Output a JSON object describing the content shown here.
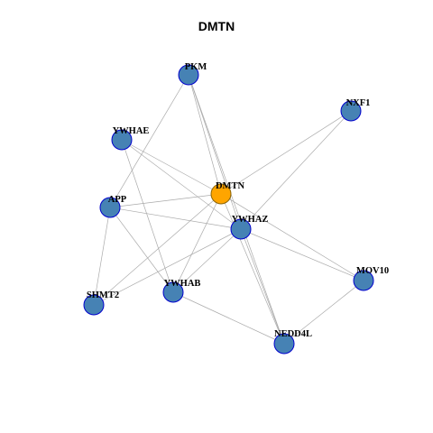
{
  "title": "DMTN",
  "colors": {
    "node_fill": "#4682b4",
    "node_stroke": "#0000cd",
    "center_fill": "#ffa500",
    "center_stroke": "#8b6508",
    "edge": "#aaaaaa",
    "background": "#ffffff"
  },
  "nodes": [
    {
      "id": "PKM",
      "label": "PKM",
      "center": false
    },
    {
      "id": "NXF1",
      "label": "NXF1",
      "center": false
    },
    {
      "id": "YWHAE",
      "label": "YWHAE",
      "center": false
    },
    {
      "id": "DMTN",
      "label": "DMTN",
      "center": true
    },
    {
      "id": "APP",
      "label": "APP",
      "center": false
    },
    {
      "id": "YWHAZ",
      "label": "YWHAZ",
      "center": false
    },
    {
      "id": "MOV10",
      "label": "MOV10",
      "center": false
    },
    {
      "id": "SHMT2",
      "label": "SHMT2",
      "center": false
    },
    {
      "id": "YWHAB",
      "label": "YWHAB",
      "center": false
    },
    {
      "id": "NEDD4L",
      "label": "NEDD4L",
      "center": false
    }
  ],
  "edges": [
    [
      "PKM",
      "APP"
    ],
    [
      "PKM",
      "YWHAZ"
    ],
    [
      "PKM",
      "NEDD4L"
    ],
    [
      "PKM",
      "DMTN"
    ],
    [
      "NXF1",
      "DMTN"
    ],
    [
      "NXF1",
      "YWHAZ"
    ],
    [
      "YWHAE",
      "DMTN"
    ],
    [
      "YWHAE",
      "YWHAZ"
    ],
    [
      "YWHAE",
      "YWHAB"
    ],
    [
      "DMTN",
      "APP"
    ],
    [
      "DMTN",
      "NEDD4L"
    ],
    [
      "DMTN",
      "YWHAB"
    ],
    [
      "DMTN",
      "SHMT2"
    ],
    [
      "DMTN",
      "MOV10"
    ],
    [
      "APP",
      "YWHAZ"
    ],
    [
      "APP",
      "SHMT2"
    ],
    [
      "APP",
      "YWHAB"
    ],
    [
      "YWHAZ",
      "MOV10"
    ],
    [
      "YWHAZ",
      "SHMT2"
    ],
    [
      "YWHAZ",
      "YWHAB"
    ],
    [
      "YWHAZ",
      "NEDD4L"
    ],
    [
      "MOV10",
      "NEDD4L"
    ],
    [
      "YWHAB",
      "NEDD4L"
    ]
  ]
}
